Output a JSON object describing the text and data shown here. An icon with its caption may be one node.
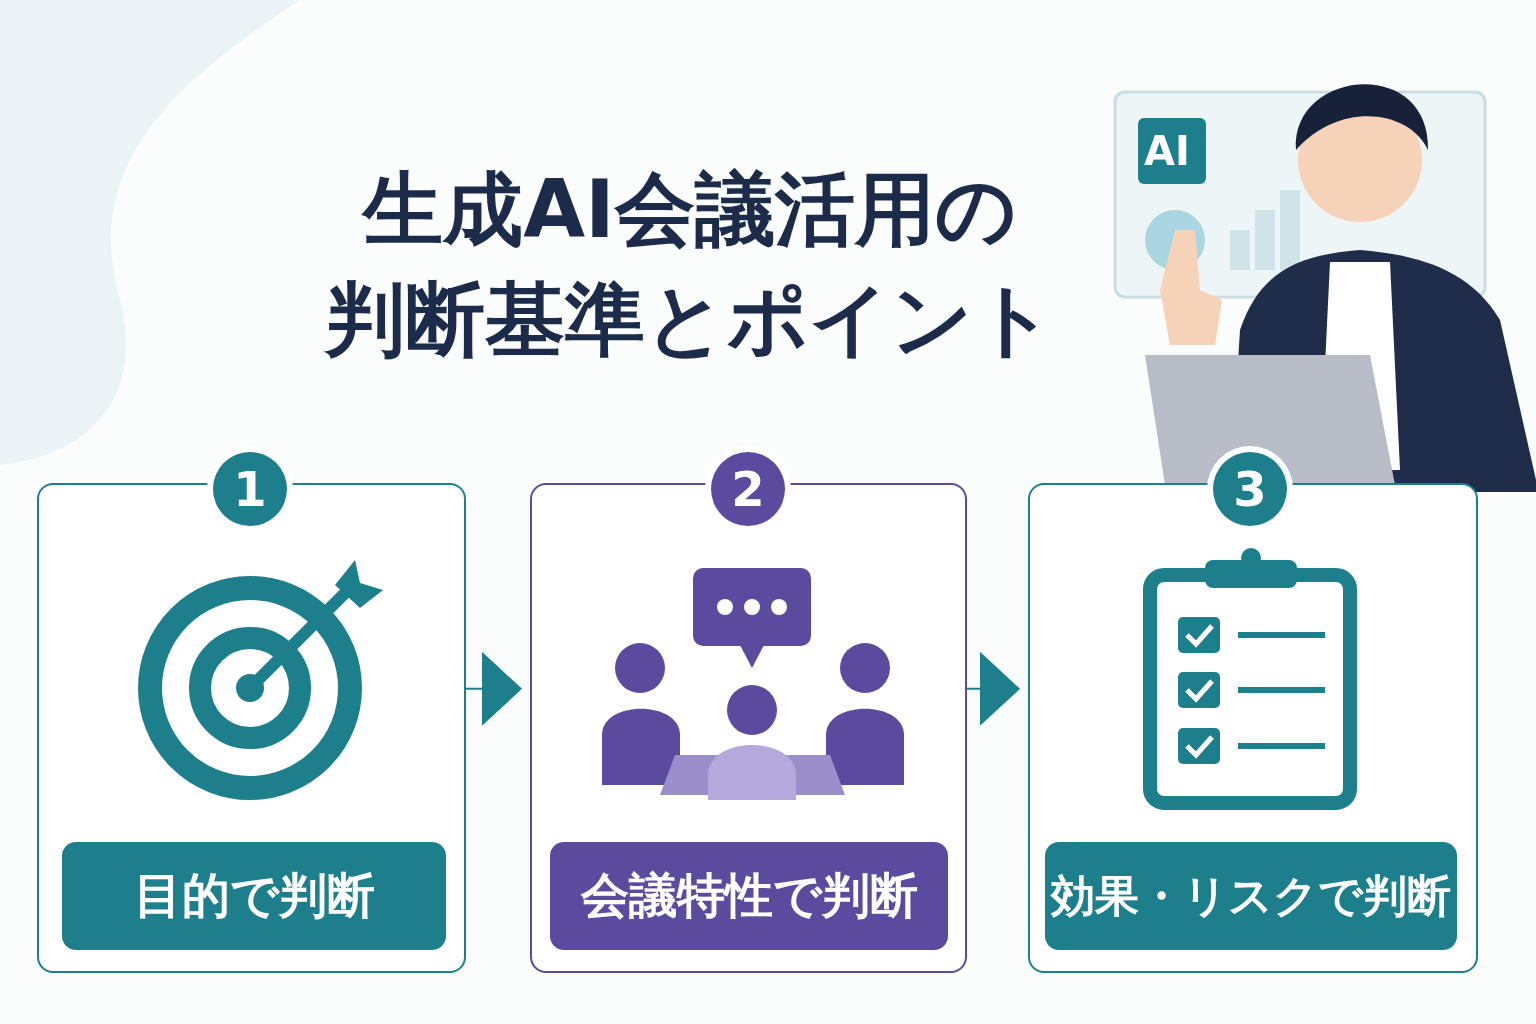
{
  "diagram": {
    "title": "生成AI会議活用の判断基準とポイント",
    "nodes": [
      {
        "text": [],
        "shape": "box"
      },
      {
        "text": [
          "1"
        ]
      },
      {
        "text": [
          "目的で判断"
        ],
        "in": 0
      },
      {
        "text": [],
        "shape": "box"
      },
      {
        "text": [
          "2"
        ]
      },
      {
        "text": [
          "会議特性で判断"
        ],
        "in": 3
      },
      {
        "text": [],
        "shape": "box"
      },
      {
        "text": [
          "3"
        ]
      },
      {
        "text": [
          "効果・リスクで判断"
        ],
        "in": 6
      }
    ],
    "edges": [
      {
        "from": 0,
        "to": 3,
        "arrow": "to"
      },
      {
        "from": 3,
        "to": 6,
        "arrow": "to"
      }
    ],
    "labels": [
      "AI"
    ]
  }
}
